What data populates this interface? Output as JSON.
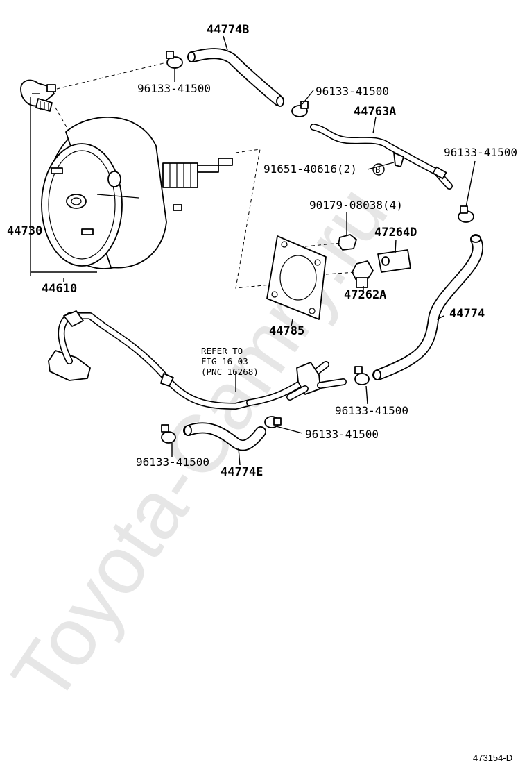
{
  "watermark": "Toyota-Camry.ru",
  "diagram_code": "473154-D",
  "note_lines": [
    "REFER TO",
    "FIG 16-03",
    "(PNC 16268)"
  ],
  "labels": {
    "hose_44774B": "44774B",
    "clamp_top": "96133-41500",
    "clamp_top_right": "96133-41500",
    "tube_44763A": "44763A",
    "clamp_right": "96133-41500",
    "bolt_91651": "91651-40616(2)",
    "circle_b": "B",
    "nut_90179": "90179-08038(4)",
    "bracket_47264D": "47264D",
    "valve_44730": "44730",
    "booster_44610": "44610",
    "joint_47262A": "47262A",
    "gasket_44785": "44785",
    "hose_44774": "44774",
    "clamp_mid_right": "96133-41500",
    "clamp_mid": "96133-41500",
    "clamp_bottom_left": "96133-41500",
    "hose_44774E": "44774E"
  }
}
